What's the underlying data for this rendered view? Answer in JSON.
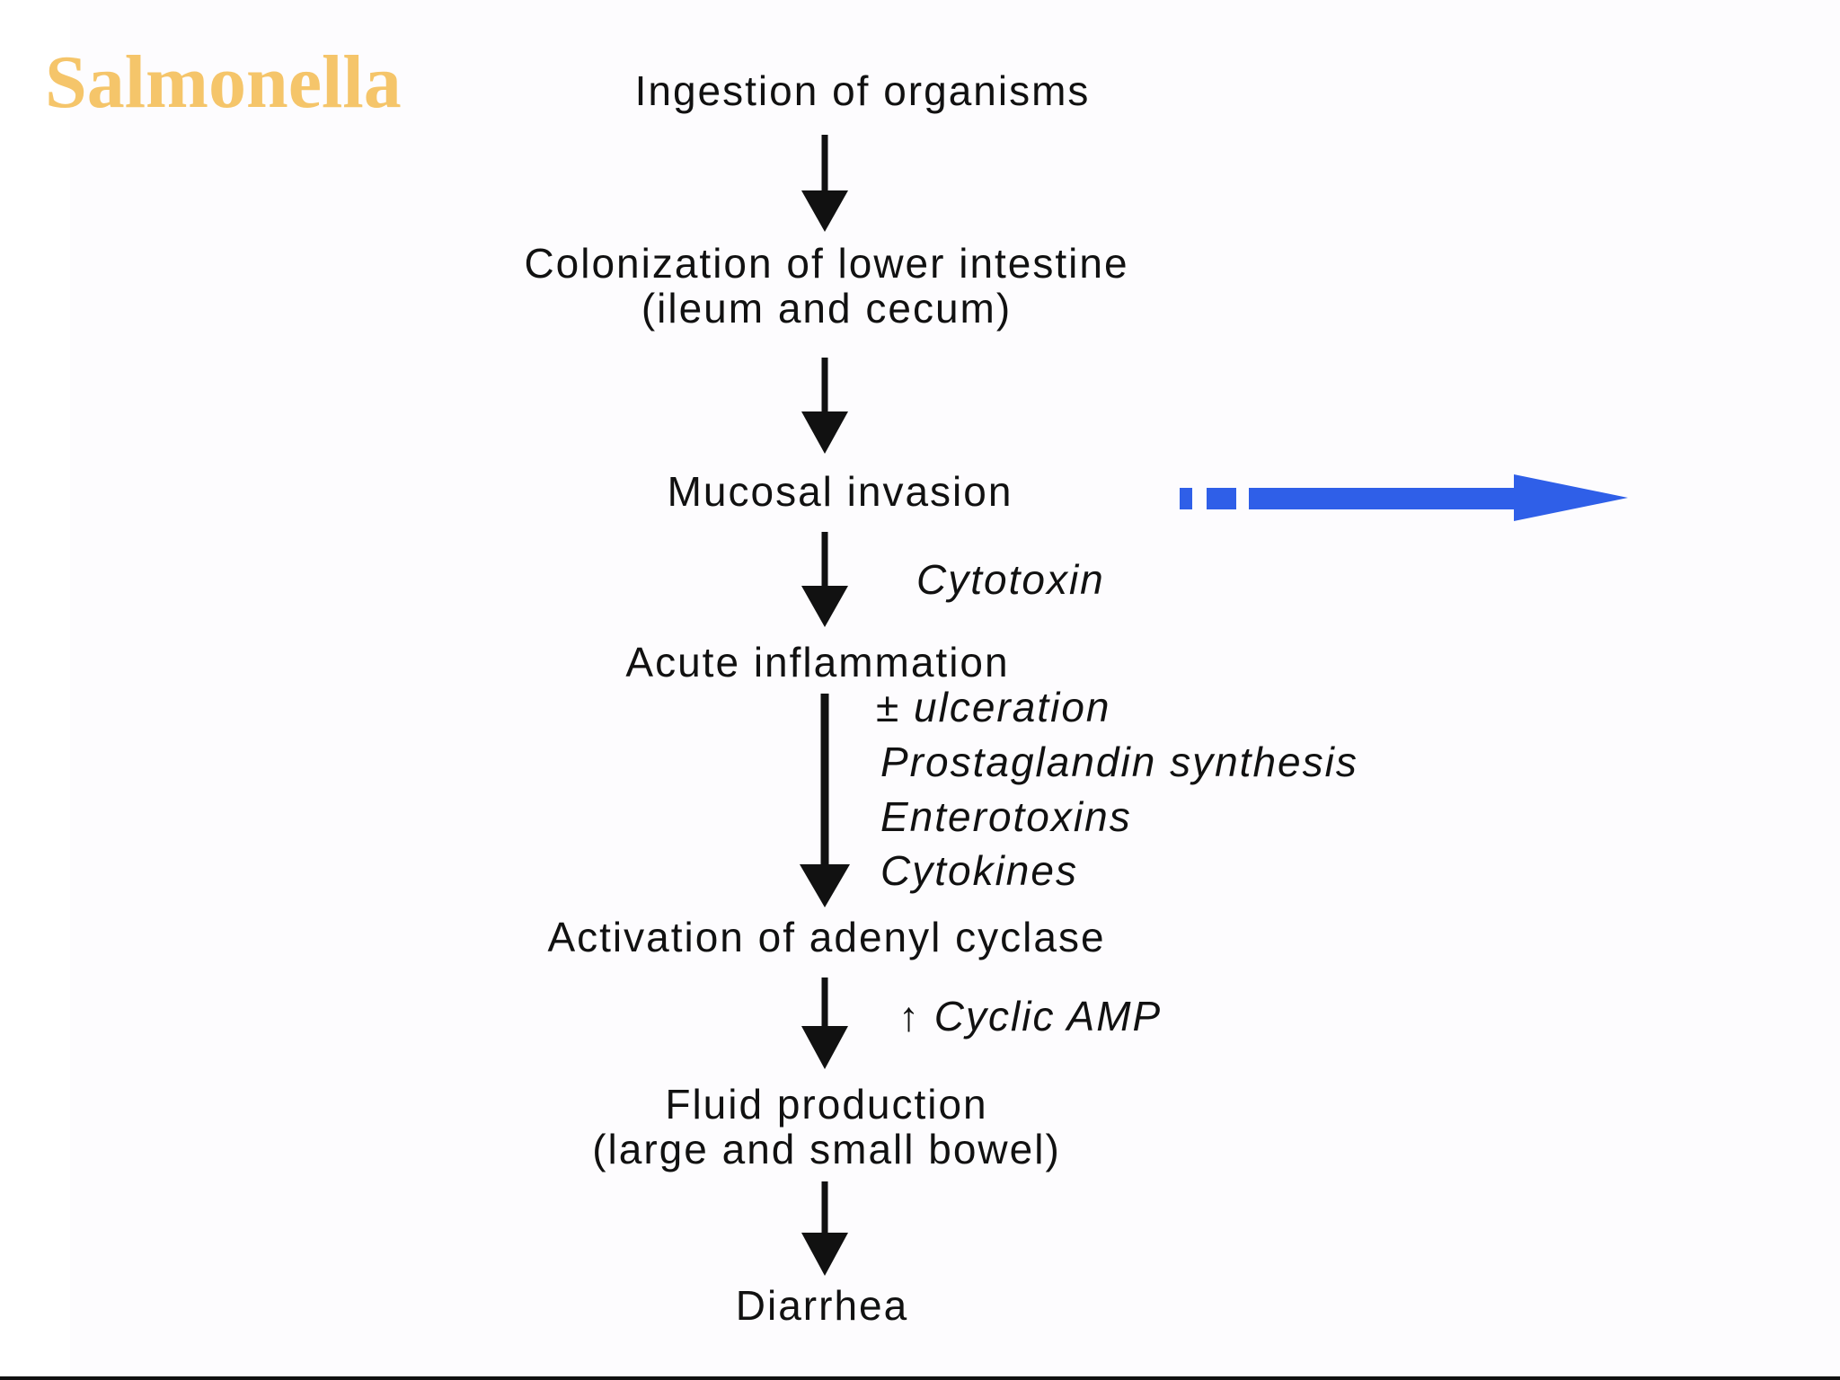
{
  "title": "Salmonella",
  "steps": [
    {
      "line1": "Ingestion of organisms"
    },
    {
      "line1": "Colonization of lower intestine",
      "line2": "(ileum and cecum)"
    },
    {
      "line1": "Mucosal invasion"
    },
    {
      "line1": "Acute inflammation"
    },
    {
      "line1": "Activation of adenyl cyclase"
    },
    {
      "line1": "Fluid production",
      "line2": "(large and small bowel)"
    },
    {
      "line1": "Diarrhea"
    }
  ],
  "mediators": {
    "cytotoxin": "Cytotoxin",
    "ulceration": "± ulceration",
    "prostaglandin": "Prostaglandin synthesis",
    "enterotoxins": "Enterotoxins",
    "cytokines": "Cytokines",
    "cyclic_amp": "↑ Cyclic AMP"
  },
  "colors": {
    "title": "#f5c56a",
    "text": "#111111",
    "pointer_arrow": "#2f5fe8"
  }
}
